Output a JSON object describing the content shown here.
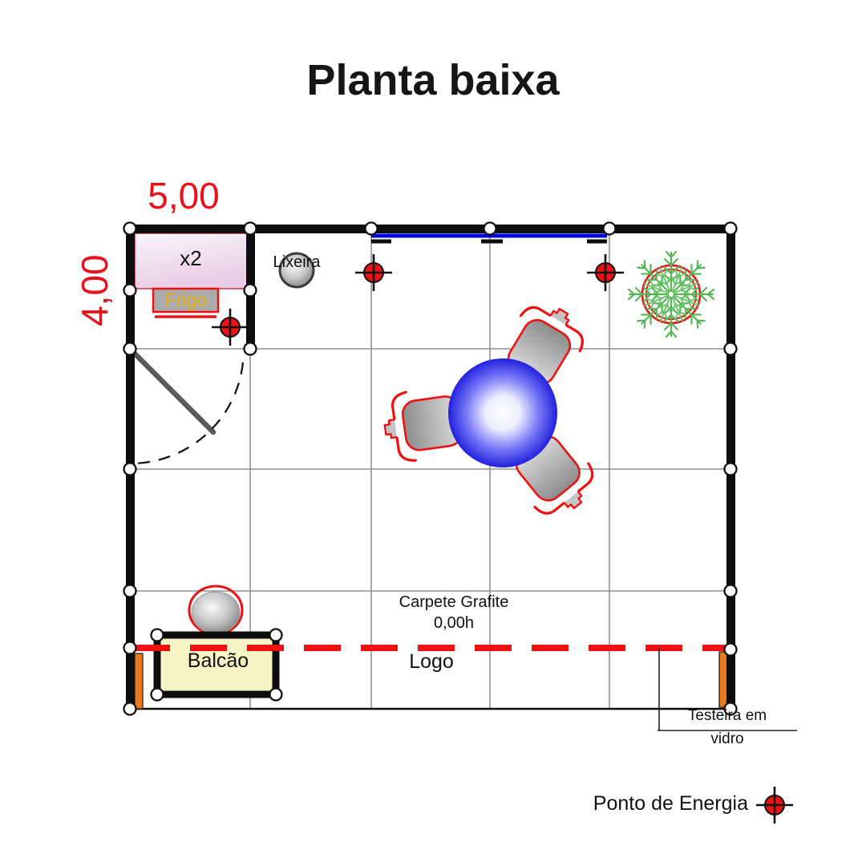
{
  "title": "Planta baixa",
  "dimensions": {
    "width": "5,00",
    "height": "4,00"
  },
  "labels": {
    "closet": "x2",
    "fridge": "Frigo",
    "trash_bin": "Lixeira",
    "carpet_line1": "Carpete Grafite",
    "carpet_line2": "0,00h",
    "logo": "Logo",
    "counter": "Balcão",
    "glass_header_line1": "Testeira em",
    "glass_header_line2": "vidro"
  },
  "legend": {
    "power_point": "Ponto de Energia"
  },
  "icons": {
    "power_point": "red-circle-crosshair",
    "plant": "fern-plant-top-view",
    "trash_bin": "gray-sphere",
    "stool": "gray-sphere",
    "door": "door-leaf-with-swing-arc",
    "window_line": "blue-glass-line",
    "table": "round-blue-table-with-3-chairs"
  },
  "colors": {
    "dimension_red": "#e9121b",
    "power_point_red": "#ee1111",
    "logo_dash_red": "#ee1111",
    "chair_outline_red": "#ee1111",
    "table_blue": "#1818dd",
    "window_line_blue": "#0101dd",
    "plant_green": "#56b656",
    "counter_fill": "#f6f3c4",
    "closet_fill": "#f3e0f1",
    "fridge_fill": "#ababab",
    "fridge_label_gold": "#e2ac08",
    "glass_support_orange": "#e87a1e",
    "wall_black": "#0d0d0d",
    "grid_gray": "#909090"
  }
}
